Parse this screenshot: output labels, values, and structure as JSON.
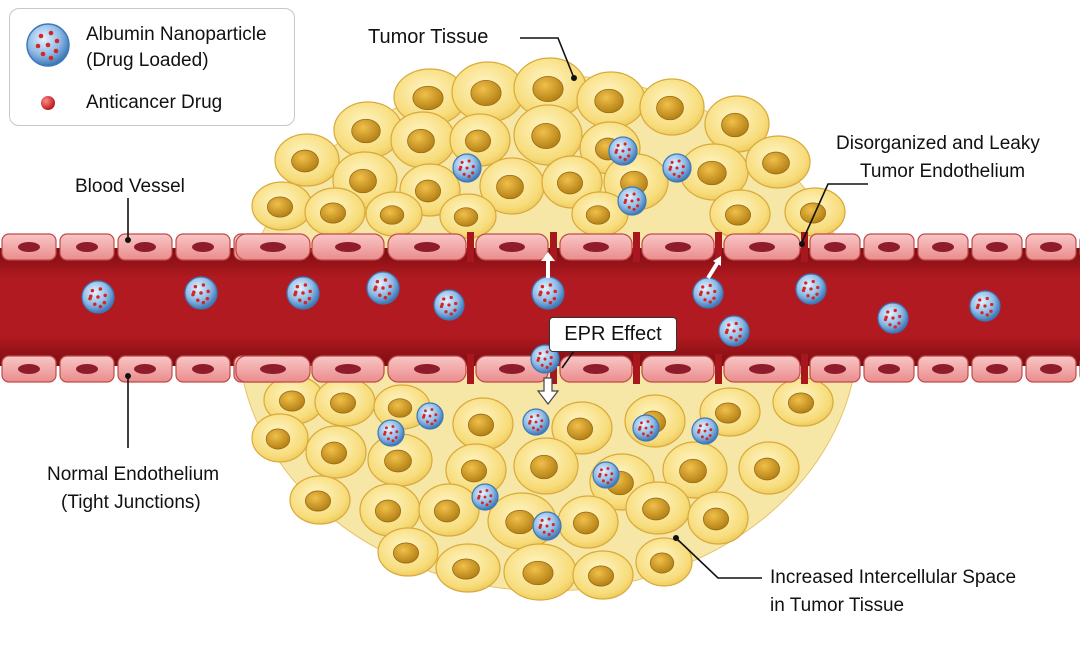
{
  "legend": {
    "nanoparticle_label_line1": "Albumin Nanoparticle",
    "nanoparticle_label_line2": "(Drug Loaded)",
    "drug_label": "Anticancer Drug"
  },
  "labels": {
    "tumor_tissue": "Tumor Tissue",
    "blood_vessel": "Blood Vessel",
    "leaky_line1": "Disorganized and Leaky",
    "leaky_line2": "Tumor Endothelium",
    "epr_effect": "EPR Effect",
    "normal_line1": "Normal Endothelium",
    "normal_line2": "(Tight Junctions)",
    "space_line1": "Increased Intercellular Space",
    "space_line2": "in Tumor Tissue"
  },
  "colors": {
    "blood": "#a8171d",
    "blood_dark": "#7d0d12",
    "endothelial_cell": "#f2a3a3",
    "endothelial_nucleus": "#8e1c2c",
    "tumor_cell": "#f8e08a",
    "tumor_nucleus": "#c8961e",
    "nanoparticle": "#7fb0e0",
    "drug": "#d42626"
  },
  "icons": {
    "nanoparticle": "nanoparticle-icon",
    "drug": "drug-dot-icon",
    "arrow": "arrow-icon"
  }
}
